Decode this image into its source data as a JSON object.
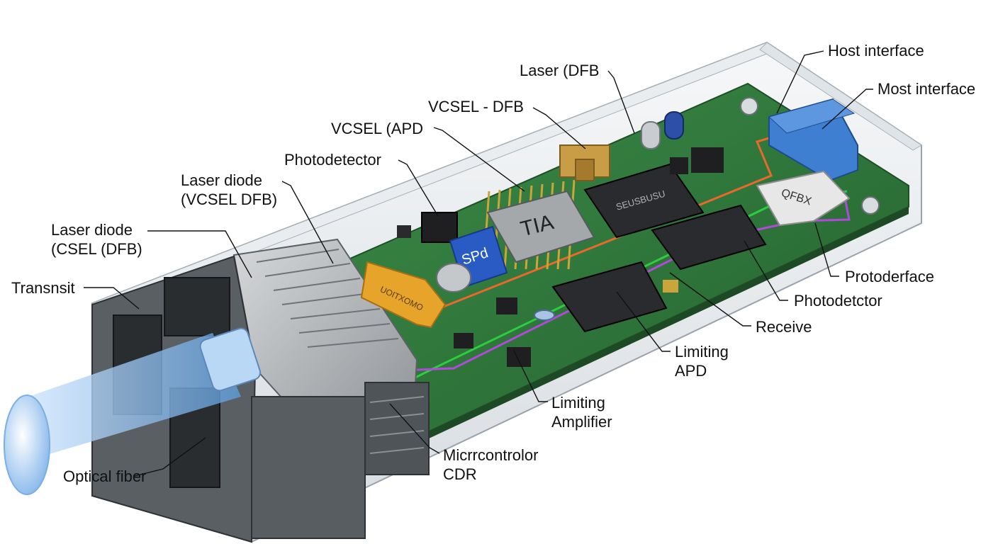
{
  "diagram": {
    "labels": {
      "host_interface": "Host interface",
      "most_interface": "Most interface",
      "laser_dfb": "Laser (DFB",
      "vcsel_dfb": "VCSEL - DFB",
      "vcsel_apd": "VCSEL (APD",
      "photodetector": "Photodetector",
      "laser_diode_vcsel_dfb": [
        "Laser diode",
        "(VCSEL DFB)"
      ],
      "laser_diode_csel_dfb": [
        "Laser diode",
        "(CSEL (DFB)"
      ],
      "transnsit": "Transnsit",
      "optical_fiber": "Optical fiber",
      "protoderface": "Protoderface",
      "photodetctor": "Photodetctor",
      "receive": "Receive",
      "limiting_apd": [
        "Limiting",
        "APD"
      ],
      "limiting_amplifier": [
        "Limiting",
        "Amplifier"
      ],
      "micrrcontrolor_cdr": [
        "Micrrcontrolor",
        "CDR"
      ]
    },
    "chip_markings": {
      "tia": "TIA",
      "spd": "SPd",
      "yellow_component": "UOITXOMO",
      "qfbx": "QFBX",
      "main_ic": "SEUSBUSU"
    },
    "colors": {
      "pcb": "#2f7a3c",
      "path_green": "#2ecc40",
      "path_purple": "#b04ad8",
      "path_orange": "#e8692c",
      "path_amber": "#e2a437",
      "host_connector": "#3f7fd1",
      "fiber_beam": "#9ec8f2"
    }
  }
}
